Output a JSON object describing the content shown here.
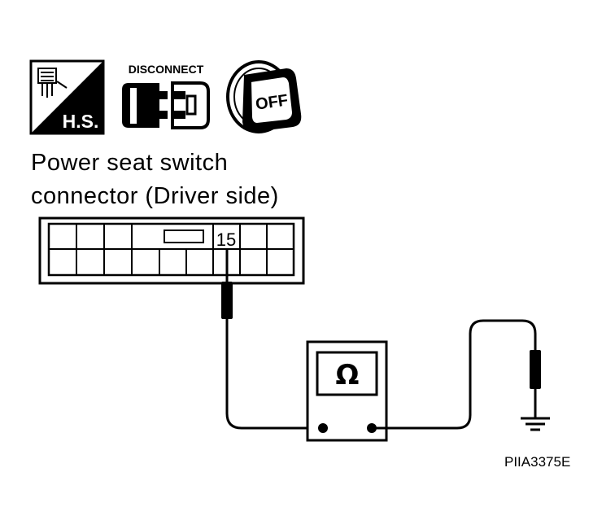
{
  "icons": {
    "harness_side": {
      "name": "harness-side-icon",
      "label": "H.S."
    },
    "disconnect": {
      "name": "disconnect-connector-icon",
      "label": "DISCONNECT"
    },
    "ignition": {
      "name": "ignition-key-off-icon",
      "label": "OFF"
    }
  },
  "caption": {
    "line1": "Power seat switch",
    "line2": "connector (Driver side)"
  },
  "connector": {
    "terminal": "15"
  },
  "meter": {
    "symbol": "Ω",
    "icon": "ohmmeter-icon"
  },
  "ground": {
    "icon": "ground-symbol-icon"
  },
  "reference_code": "PIIA3375E"
}
